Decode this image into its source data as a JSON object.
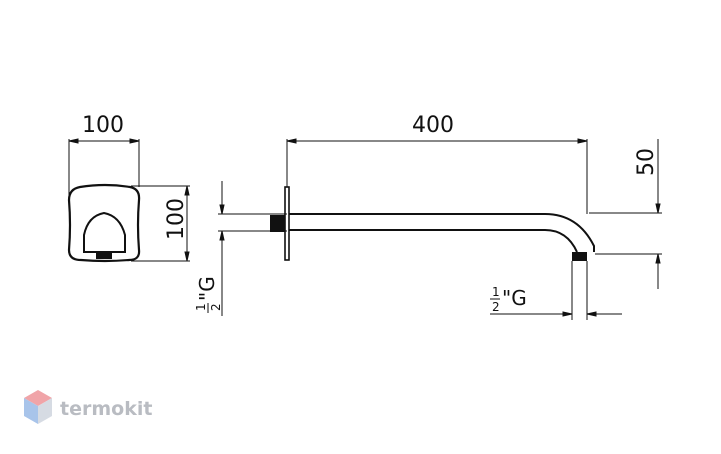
{
  "dimensions": {
    "front_width": "100",
    "front_height": "100",
    "arm_length": "400",
    "drop_height": "50",
    "inlet_thread": {
      "numerator": "1",
      "denominator": "2",
      "suffix": "\"G"
    },
    "outlet_thread": {
      "numerator": "1",
      "denominator": "2",
      "suffix": "\"G"
    }
  },
  "watermark": {
    "brand": "termokit",
    "colors": [
      "#f0a4a8",
      "#a8c4ea",
      "#d6dbe3"
    ]
  },
  "colors": {
    "line": "#111111",
    "background": "#ffffff"
  }
}
